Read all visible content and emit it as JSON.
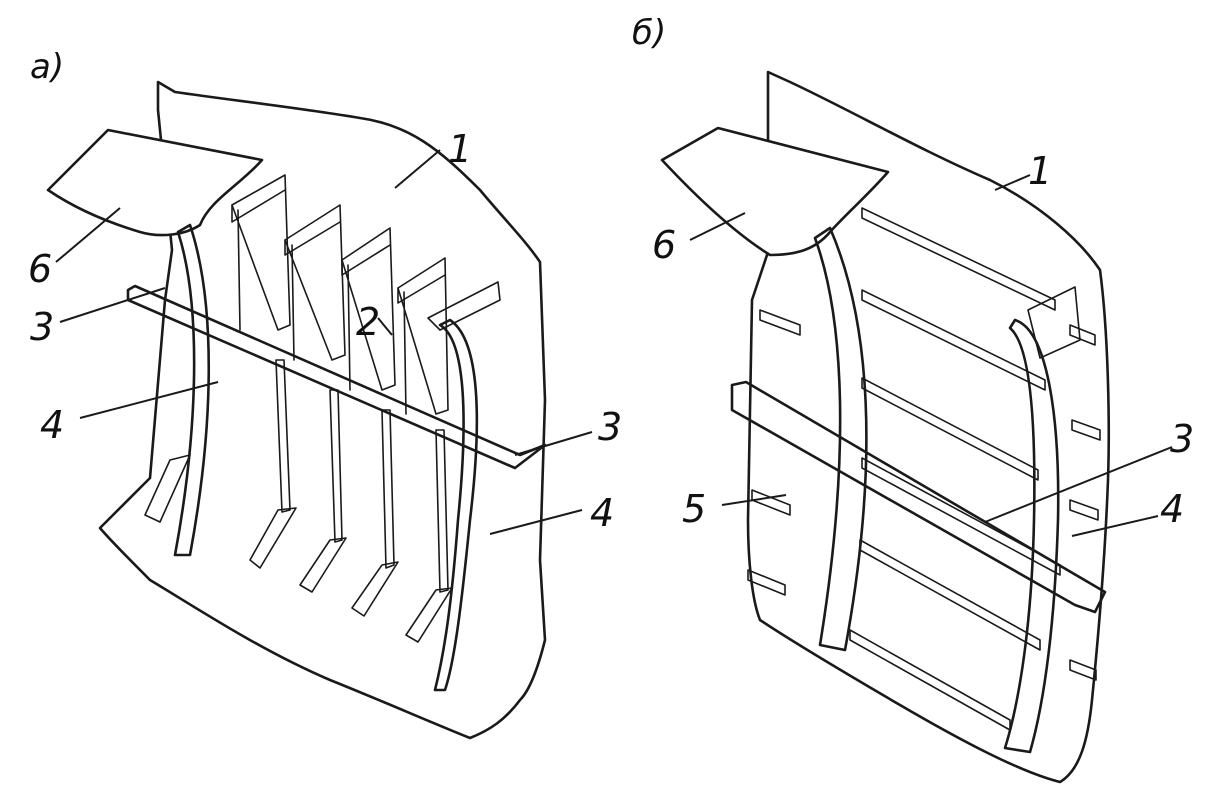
{
  "panels": [
    {
      "caption": "а)",
      "callouts": {
        "c1": "1",
        "c2": "2",
        "c3a": "3",
        "c3b": "3",
        "c4a": "4",
        "c4b": "4",
        "c6": "6"
      }
    },
    {
      "caption": "б)",
      "callouts": {
        "c1": "1",
        "c3": "3",
        "c4": "4",
        "c5": "5",
        "c6": "6"
      }
    }
  ]
}
